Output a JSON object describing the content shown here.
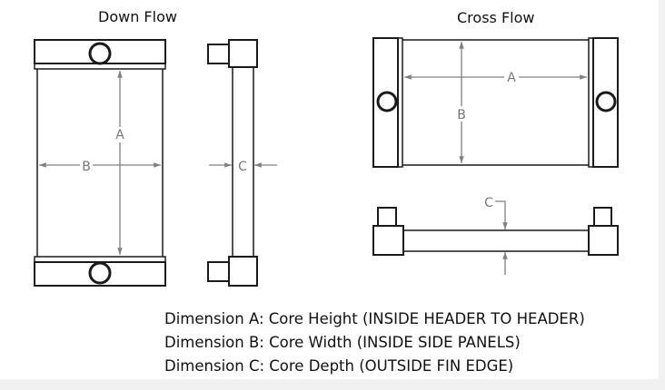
{
  "titles": {
    "down_flow": "Down Flow",
    "cross_flow": "Cross Flow"
  },
  "dimension_labels": {
    "a": "A",
    "b": "B",
    "c": "C"
  },
  "legend": [
    "Dimension A: Core Height (INSIDE HEADER TO HEADER)",
    "Dimension B: Core Width (INSIDE SIDE PANELS)",
    "Dimension C: Core Depth (OUTSIDE FIN EDGE)"
  ],
  "colors": {
    "line": "#1a1a1a",
    "dimension": "#808080"
  }
}
